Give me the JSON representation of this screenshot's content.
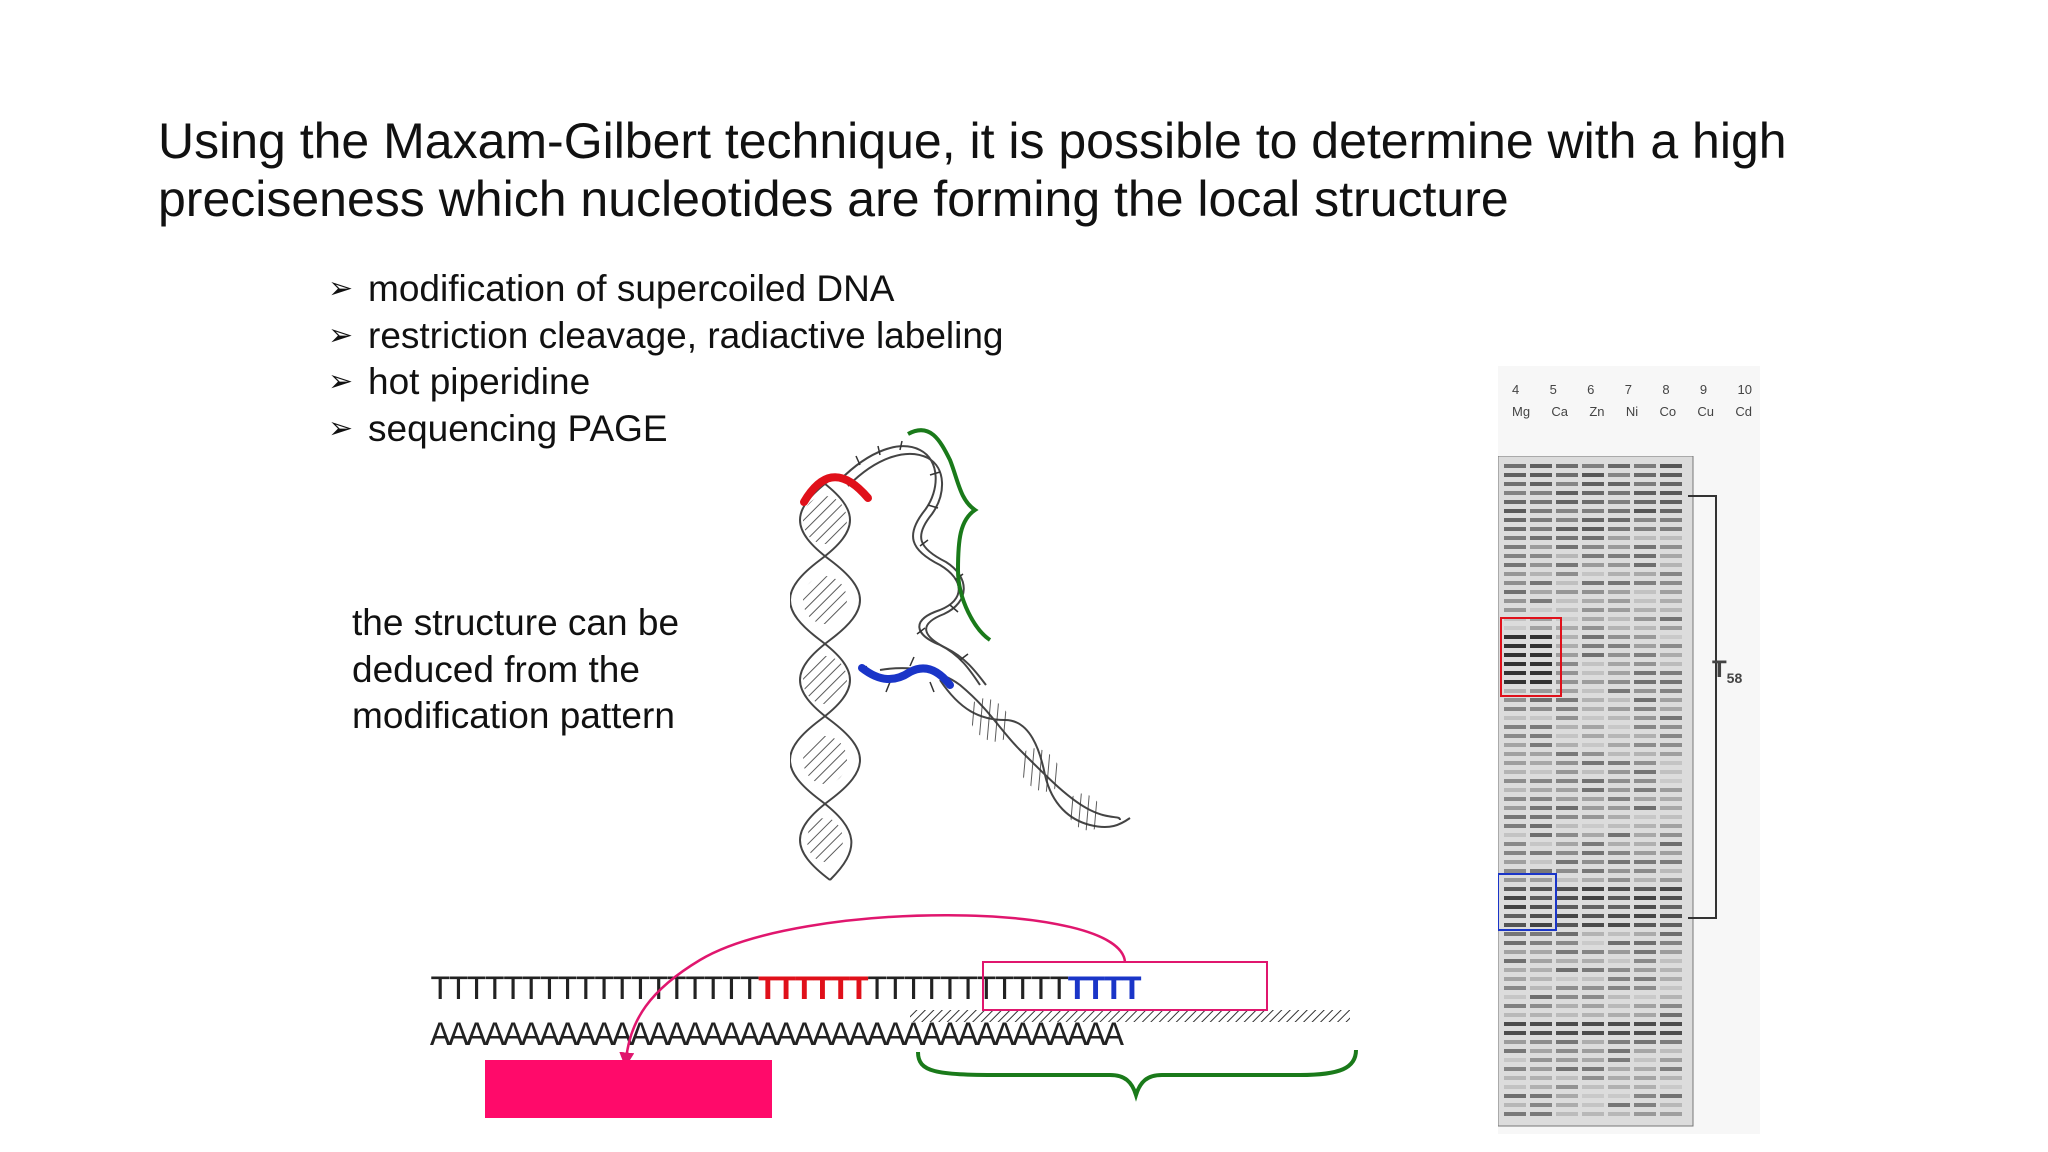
{
  "title": "Using the Maxam-Gilbert technique, it is possible to determine with a high preciseness which nucleotides are forming the local structure",
  "bullets": [
    "modification of supercoiled DNA",
    "restriction cleavage, radiactive labeling",
    "hot piperidine",
    "sequencing PAGE"
  ],
  "bullet_marker": "➢",
  "caption_lines": [
    "the structure can be",
    "deduced from the",
    "modification pattern"
  ],
  "sequence": {
    "top_plain_1": "TTTTTTTTTTTTTTTTTT",
    "top_red": "TTTTTT",
    "top_plain_2": "TTTTTTTTTTT",
    "top_blue": "TTTT",
    "bottom": "AAAAAAAAAAAAAAAAAAAAAAAAAAAAAAAAAAAAAA"
  },
  "gel": {
    "lane_numbers": [
      "4",
      "5",
      "6",
      "7",
      "8",
      "9",
      "10"
    ],
    "lane_ions": [
      "Mg",
      "Ca",
      "Zn",
      "Ni",
      "Co",
      "Cu",
      "Cd"
    ],
    "label_main": "T",
    "label_sub": "58"
  },
  "colors": {
    "red_mark": "#e0101a",
    "blue_mark": "#1a35c8",
    "green_brace": "#1a7a1a",
    "pink": "#ff0a6a"
  }
}
